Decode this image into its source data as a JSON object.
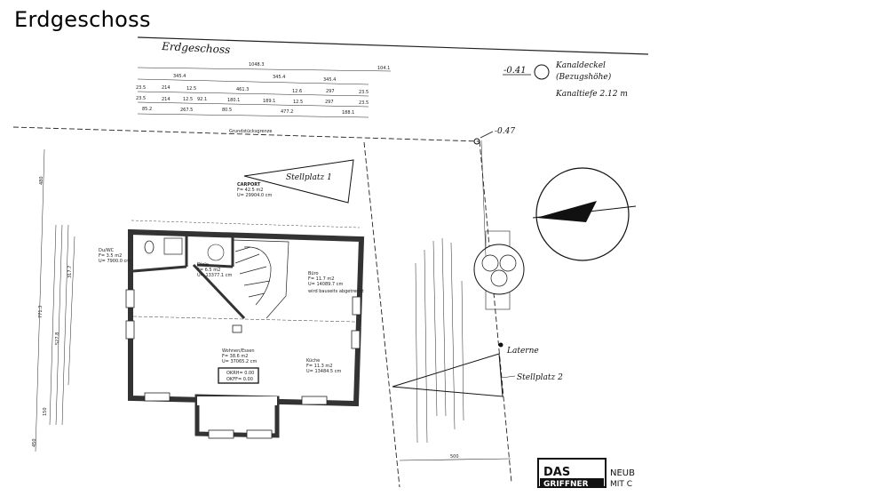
{
  "page": {
    "title": "Erdgeschoss"
  },
  "drawing": {
    "handwritten_title": "Erdgeschoss",
    "legend": {
      "level": "-0.41",
      "kanaldeckel": "Kanaldeckel",
      "bezugshoehe": "(Bezugshöhe)",
      "kanaltiefe": "Kanaltiefe 2.12 m"
    },
    "corner_level": "-0.47",
    "grundstuecksgrenze": "Grundstücksgrenze",
    "dimensions_top": [
      "1048.3",
      "104.1",
      "345.4",
      "345.4",
      "345.4",
      "23.5",
      "214",
      "12.5",
      "461.3",
      "12.6",
      "297",
      "23.5",
      "23.5",
      "214",
      "12.5",
      "92.1",
      "180.1",
      "189.1",
      "12.5",
      "297",
      "23.5",
      "85.2",
      "267.5",
      "80.5",
      "477.2",
      "188.1"
    ],
    "dimensions_left": [
      "480",
      "771.3",
      "317.7",
      "527.8",
      "150",
      "450"
    ],
    "stellplatz1": "Stellplatz 1",
    "stellplatz2": "Stellplatz 2",
    "laterne": "Laterne",
    "carport": {
      "label": "CARPORT",
      "area": "F= 42.5 m2",
      "perimeter": "U= 29904.0 cm"
    },
    "rooms": [
      {
        "name": "Du/WC",
        "area": "F= 3.5 m2",
        "perimeter": "U= 7900.0 cm"
      },
      {
        "name": "Diele",
        "area": "F= 6.5 m2",
        "perimeter": "U= 13377.1 cm"
      },
      {
        "name": "Büro",
        "area": "F= 11.7 m2",
        "perimeter": "U= 14089.7 cm"
      },
      {
        "name": "Wohnen/Essen",
        "area": "F= 38.6 m2",
        "perimeter": "U= 37065.2 cm"
      },
      {
        "name": "Küche",
        "area": "F= 11.3 m2",
        "perimeter": "U= 13484.5 cm"
      }
    ],
    "buero_note": "wird bauseits abgetrennt",
    "stamp": {
      "line1": "OKRH= 0.00",
      "line2": "OKFF= 0.00"
    },
    "title_block": {
      "logo_top": "DAS",
      "logo_bottom": "GRIFFNER",
      "text1": "NEUB",
      "text2": "MIT C"
    },
    "road_dim": "500",
    "colors": {
      "ink": "#111111",
      "paper": "#ffffff",
      "wall": "#3a3a3a"
    }
  }
}
